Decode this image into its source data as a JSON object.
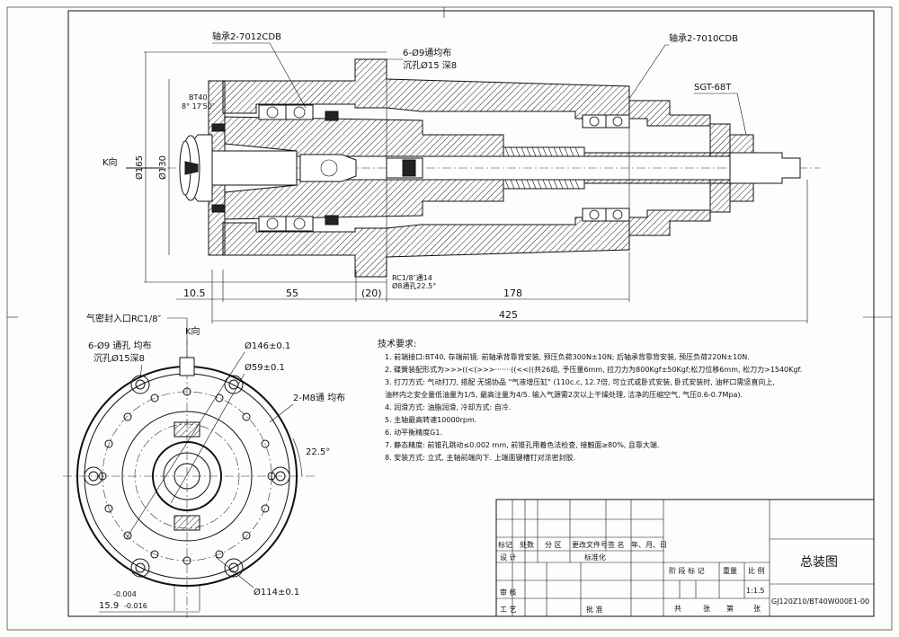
{
  "labels": {
    "bearing_front": "轴承2-7012CDB",
    "holes_front_1": "6-Ø9通均布",
    "holes_front_2": "沉孔Ø15 深8",
    "bearing_rear": "轴承2-7010CDB",
    "sgt": "SGT-68T",
    "bt40": "BT40",
    "angle": "8° 17′50″",
    "k_view": "K向",
    "k_view_bottom": "K向",
    "d165": "Ø165",
    "d130": "Ø130",
    "rc_note_1": "RC1/8″通14",
    "rc_note_2": "Ø8通孔22.5°",
    "air_seal": "气密封入口RC1/8″",
    "holes_end_1": "6-Ø9 通孔 均布",
    "holes_end_2": "沉孔Ø15深8",
    "d146": "Ø146±0.1",
    "d59": "Ø59±0.1",
    "m8": "2-M8通 均布",
    "angle_225": "22.5°",
    "d114": "Ø114±0.1",
    "dim_tol_top": "-0.004",
    "dim_tol_main": "15.9",
    "dim_tol_bot": "-0.016"
  },
  "dimensions": {
    "d105": "10.5",
    "d55": "55",
    "d20": "(20)",
    "d178": "178",
    "d425": "425"
  },
  "tech_requirements": {
    "title": "技术要求:",
    "items": [
      "1. 前端接口:BT40, 存端前镜. 前轴承背靠背安装, 预压负荷300N±10N; 后轴承背靠背安装, 预压负荷220N±10N.",
      "2. 碟簧装配形式为>>>((<(>>>·······((<<((共26组, 予压量6mm, 拉刀力为800Kgf±50Kgf;松刀位移6mm, 松刀力>1540Kgf.",
      "3. 打刀方式: 气动打刀, 搭配 无锡协品 \"气液增压缸\" (110c.c, 12.7倍, 可立式或卧式安装, 卧式安装时, 油杯口需竖直向上,",
      "   油杯内之安全量低油量为1/5, 最高注量为4/5. 输入气源需2次以上干燥处理, 洁净的压缩空气, 气压0.6-0.7Mpa).",
      "4. 润滑方式: 油脂润滑, 冷却方式: 自冷.",
      "5. 主轴最高转速10000rpm.",
      "6. 动平衡精度G1.",
      "7. 静态精度: 前锥孔跳动≤0.002 mm, 前锥孔用着色法检查, 接触面≥80%, 且靠大端.",
      "8. 安装方式: 立式, 主轴前端向下. 上端面键槽钉对涂密封胶."
    ]
  },
  "title_block": {
    "rev_headers": [
      "标记",
      "处数",
      "分 区",
      "更改文件号",
      "签 名",
      "年、月、日"
    ],
    "design": "设 计",
    "standardize": "标准化",
    "review": "审 核",
    "process": "工 艺",
    "approve": "批 准",
    "stage_headers": [
      "阶 段 标 记",
      "重量",
      "比 例"
    ],
    "scale": "1:1.5",
    "sheet_info": [
      "共",
      "张",
      "第",
      "张"
    ],
    "drawing_title": "总装图",
    "drawing_number": "GJ120Z10/BT40W000E1-00"
  }
}
